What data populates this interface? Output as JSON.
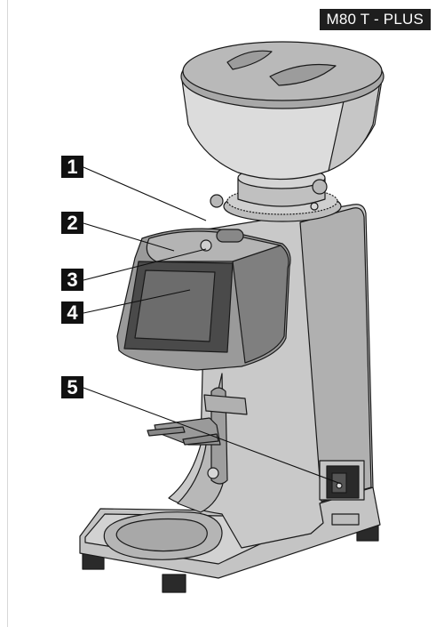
{
  "header": {
    "model": "M80 T - PLUS"
  },
  "callouts": [
    "1",
    "2",
    "3",
    "4",
    "5"
  ],
  "colors": {
    "body": "#c9c9c9",
    "body_shadow": "#a9a9a9",
    "hopper": "#d9d9d9",
    "screen": "#6e6e6e",
    "outline": "#1a1a1a",
    "callout_bg": "#111111"
  }
}
